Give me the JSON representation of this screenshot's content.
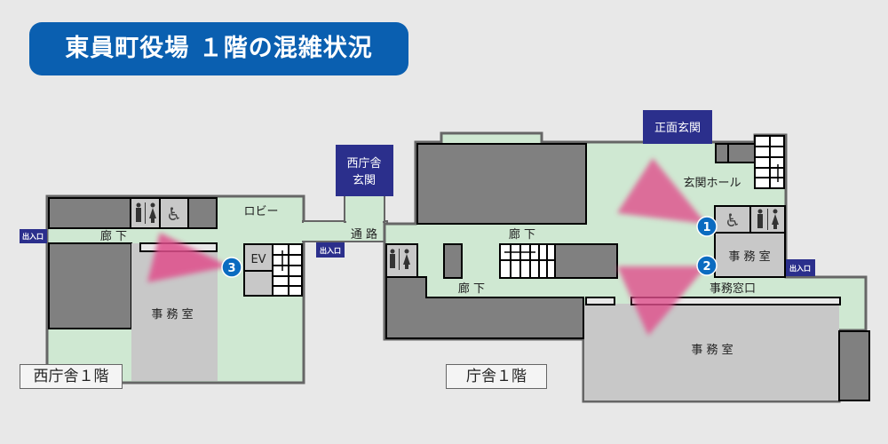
{
  "title": "東員町役場 １階の混雑状況",
  "entrances": {
    "west_entrance": [
      "西庁舎",
      "玄関"
    ],
    "front_entrance": "正面玄関",
    "exit_label": "出入口"
  },
  "rooms": {
    "corridor": "廊 下",
    "lobby": "ロビー",
    "passage": "通 路",
    "office": "事 務 室",
    "elevator": "EV",
    "entrance_hall": "玄関ホール",
    "office_window": "事務窓口"
  },
  "floors": {
    "west": "西庁舎１階",
    "main": "庁舎１階"
  },
  "markers": [
    "1",
    "2",
    "3"
  ],
  "colors": {
    "title_bg": "#0a5fb0",
    "label_bg": "#2b2f8c",
    "marker": "#0b6bc0",
    "congestion": "#e0508c",
    "floor_green": "#cfe8d2",
    "room_dark": "#808080",
    "room_light": "#c8c8c8"
  },
  "icons": [
    "toilet-icon",
    "wheelchair-icon",
    "stairs-icon",
    "congestion-cone"
  ]
}
